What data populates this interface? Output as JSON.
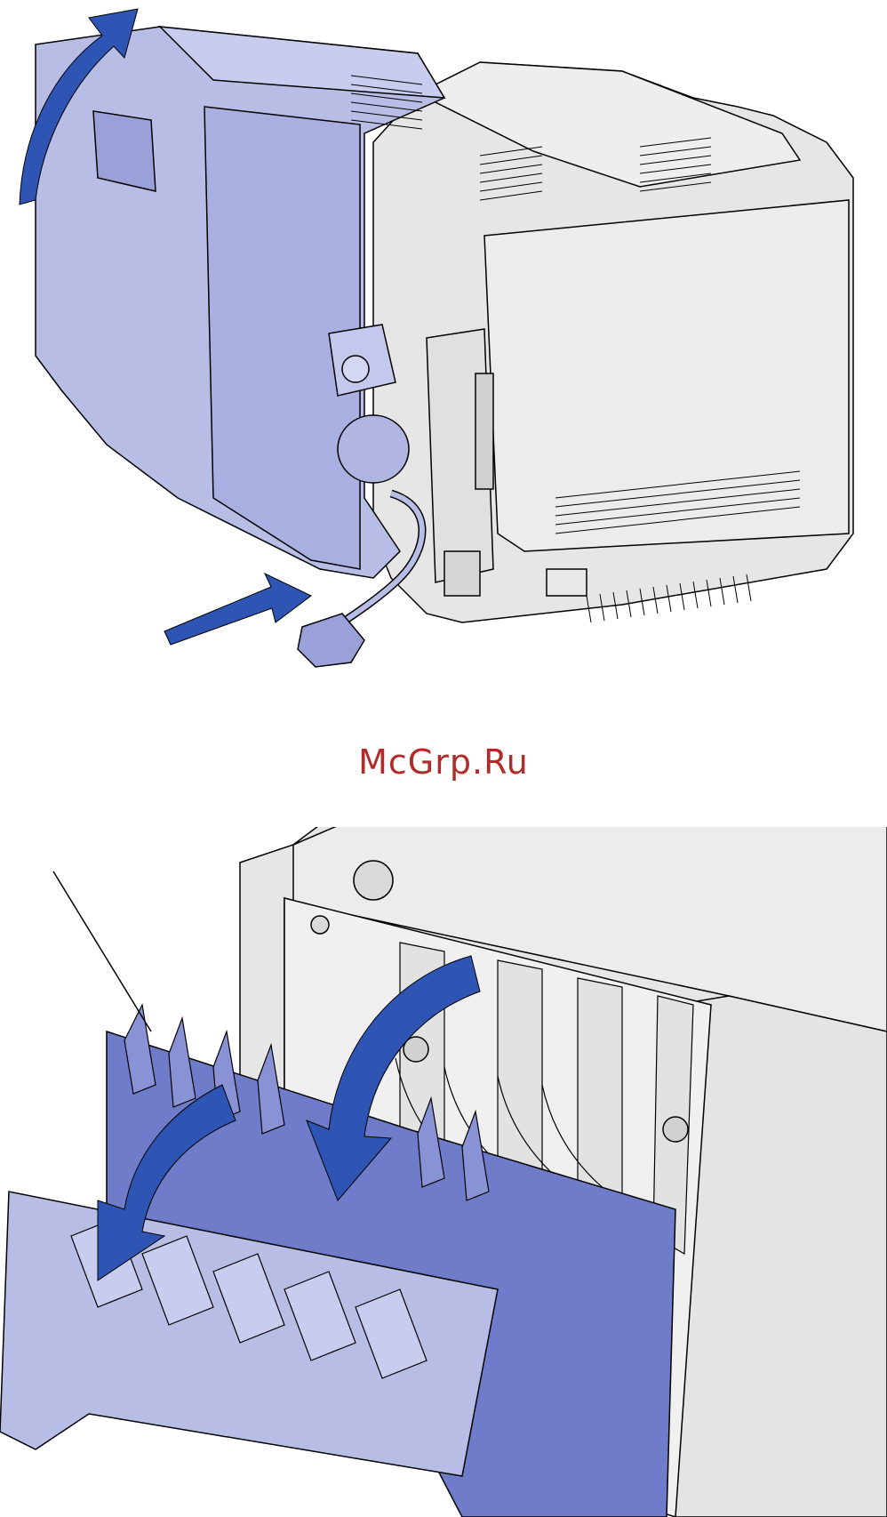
{
  "watermark": {
    "text": "McGrp.Ru",
    "color": "#b22b2b"
  },
  "colors": {
    "panel_light": "#b8bde6",
    "panel_mid": "#8a92d6",
    "panel_dark": "#6f7cc9",
    "arrow": "#2e55b3",
    "printer_body": "#e6e6e6",
    "outline": "#000000"
  },
  "figures": [
    {
      "name": "top",
      "description_icons": [
        "side-door-open-arrow",
        "cable-insert-arrow"
      ]
    },
    {
      "name": "bottom",
      "description_icons": [
        "duplex-lower-arrow",
        "duplex-open-arrow",
        "callout-line"
      ]
    }
  ]
}
